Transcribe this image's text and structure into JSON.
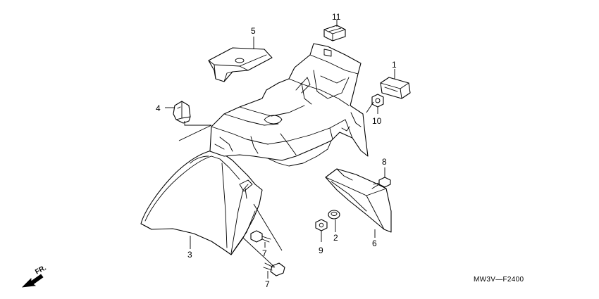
{
  "diagram": {
    "drawing_code": "MW3V—F2400",
    "direction_label": "FR.",
    "callouts": [
      {
        "id": "1",
        "label": "1"
      },
      {
        "id": "2",
        "label": "2"
      },
      {
        "id": "3",
        "label": "3"
      },
      {
        "id": "4",
        "label": "4"
      },
      {
        "id": "5",
        "label": "5"
      },
      {
        "id": "6",
        "label": "6"
      },
      {
        "id": "7a",
        "label": "7"
      },
      {
        "id": "7b",
        "label": "7"
      },
      {
        "id": "8",
        "label": "8"
      },
      {
        "id": "9",
        "label": "9"
      },
      {
        "id": "10",
        "label": "10"
      },
      {
        "id": "11",
        "label": "11"
      }
    ]
  }
}
